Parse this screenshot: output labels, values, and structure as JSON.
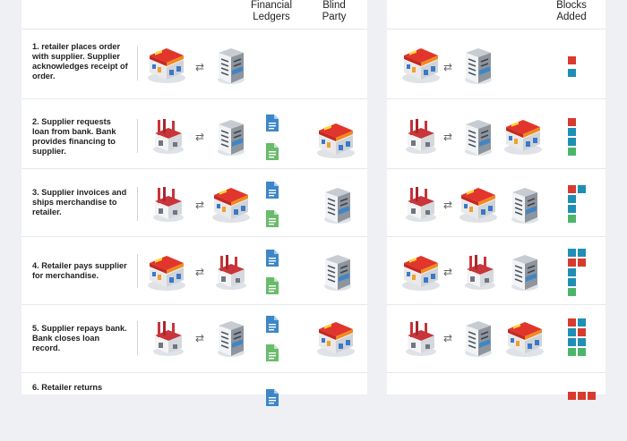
{
  "headers": {
    "financial_ledgers": "Financial Ledgers",
    "blind_party": "Blind Party",
    "blocks_added": "Blocks Added"
  },
  "steps": [
    {
      "text": "1. retailer places order with supplier. Supplier acknowledges receipt of order."
    },
    {
      "text": "2. Supplier requests loan from bank. Bank provides financing to supplier."
    },
    {
      "text": "3. Supplier invoices and ships merchandise to retailer."
    },
    {
      "text": "4. Retailer pays supplier for merchandise."
    },
    {
      "text": "5. Supplier repays bank. Bank closes loan record."
    },
    {
      "text": "6. Retailer returns"
    }
  ],
  "icons": {
    "store": "store-icon",
    "factory": "factory-icon",
    "bank": "bank-building-icon",
    "exchange": "exchange-arrows-icon",
    "ledger_blue": "blue-ledger-document-icon",
    "ledger_green": "green-ledger-document-icon"
  },
  "colors": {
    "block_red": "#d63b2f",
    "block_teal": "#1f8fb5",
    "block_green": "#4db56a",
    "ledger_blue": "#3d87c8",
    "ledger_green": "#6bbb6c"
  }
}
